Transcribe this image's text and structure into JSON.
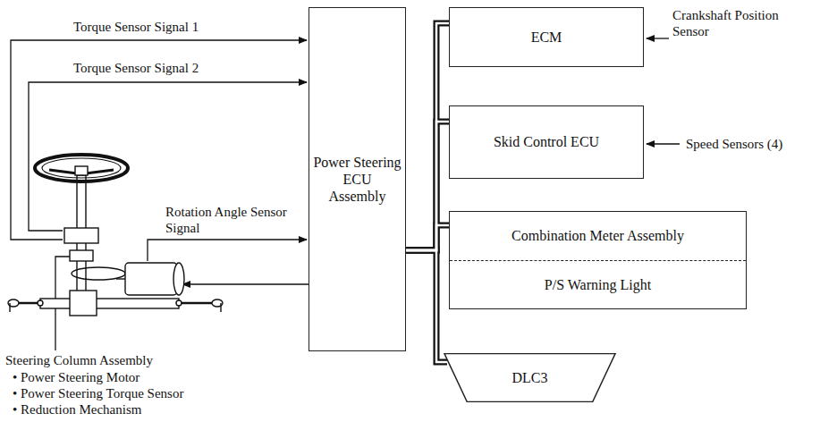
{
  "diagram": {
    "nodes": [
      {
        "text": [
          "Power Steering ECU Assembly"
        ]
      },
      {
        "text": [
          "ECM"
        ]
      },
      {
        "text": [
          "Skid Control ECU"
        ]
      },
      {
        "text": [
          "Combination Meter Assembly",
          "P/S Warning Light"
        ]
      },
      {
        "text": [
          "DLC3"
        ]
      }
    ],
    "edges": [
      {
        "from": 0,
        "to": 1,
        "arrow": "none"
      },
      {
        "from": 0,
        "to": 2,
        "arrow": "none"
      },
      {
        "from": 0,
        "to": 3,
        "arrow": "none"
      },
      {
        "from": 0,
        "to": 4,
        "arrow": "none"
      }
    ],
    "labels": [
      "Torque Sensor Signal 1",
      "Torque Sensor Signal 2",
      "Rotation Angle Sensor Signal",
      "Crankshaft Position Sensor",
      "Speed Sensors (4)",
      "Steering Column Assembly",
      "• Power Steering Motor",
      "• Power Steering Torque Sensor",
      "• Reduction Mechanism"
    ]
  }
}
